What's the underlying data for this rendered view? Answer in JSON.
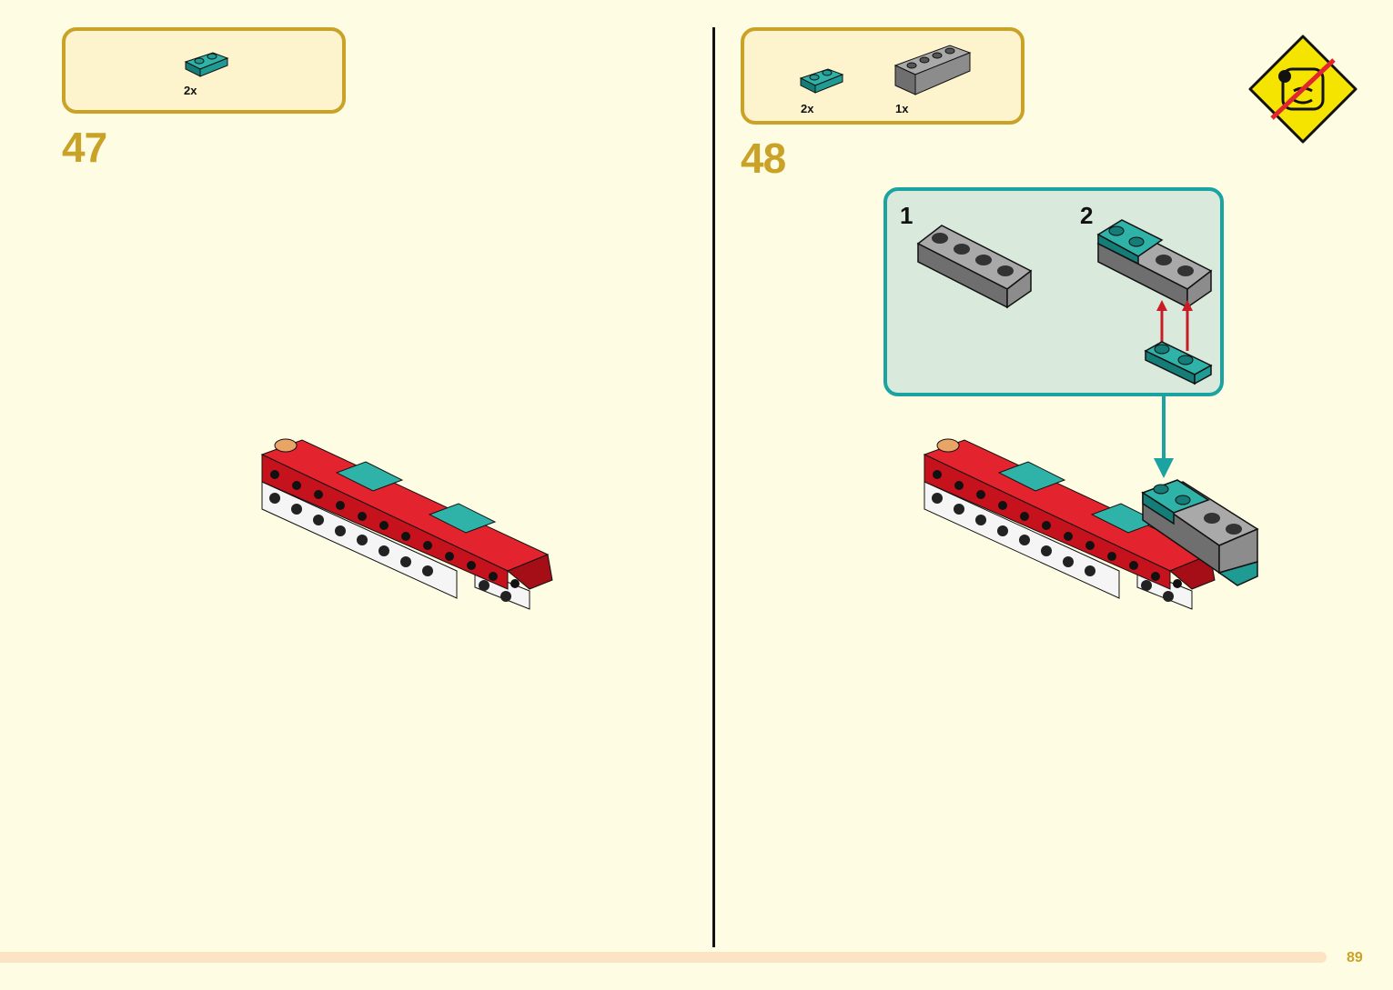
{
  "steps": {
    "left": {
      "number": "47",
      "parts": [
        {
          "qty": "2x",
          "part": "teal-plate-1x2"
        }
      ]
    },
    "right": {
      "number": "48",
      "parts": [
        {
          "qty": "2x",
          "part": "teal-plate-1x2"
        },
        {
          "qty": "1x",
          "part": "gray-brick-1x4"
        }
      ],
      "substeps": [
        "1",
        "2"
      ]
    }
  },
  "page_number": "89",
  "warning_icon": "no-choking-hazard-sign-icon",
  "colors": {
    "background": "#fefde3",
    "accent": "#c9a227",
    "parts_box": "#fdf3cc",
    "callout_border": "#1aa3a0",
    "callout_bg": "#d9e9dc",
    "teal": "#1f9b93",
    "red": "#c5121c",
    "gray": "#8c8c8c",
    "arrow": "#c81d25",
    "footer": "#fce3c3"
  }
}
